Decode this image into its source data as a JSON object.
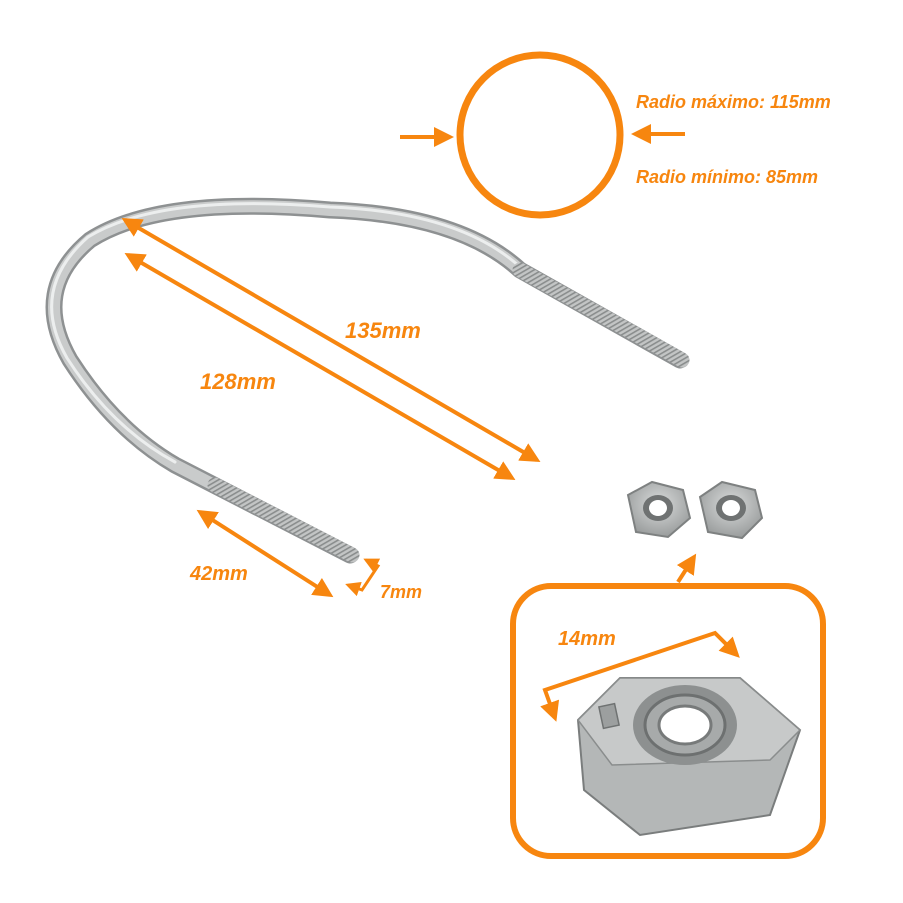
{
  "colors": {
    "accent": "#f7860f",
    "metal": "#b9bcbd",
    "metal_dark": "#8e9192",
    "metal_light": "#e2e4e4"
  },
  "labels": {
    "radius_max": "Radio máximo: 115mm",
    "radius_min": "Radio mínimo: 85mm",
    "length_outer": "135mm",
    "length_inner": "128mm",
    "thread_length": "42mm",
    "rod_diameter": "7mm",
    "nut_width": "14mm"
  },
  "parts": {
    "u_bolt": "u-bolt-image",
    "nuts": [
      "hex-nut-image",
      "hex-nut-image"
    ],
    "nut_detail": "hex-nut-closeup-image"
  }
}
